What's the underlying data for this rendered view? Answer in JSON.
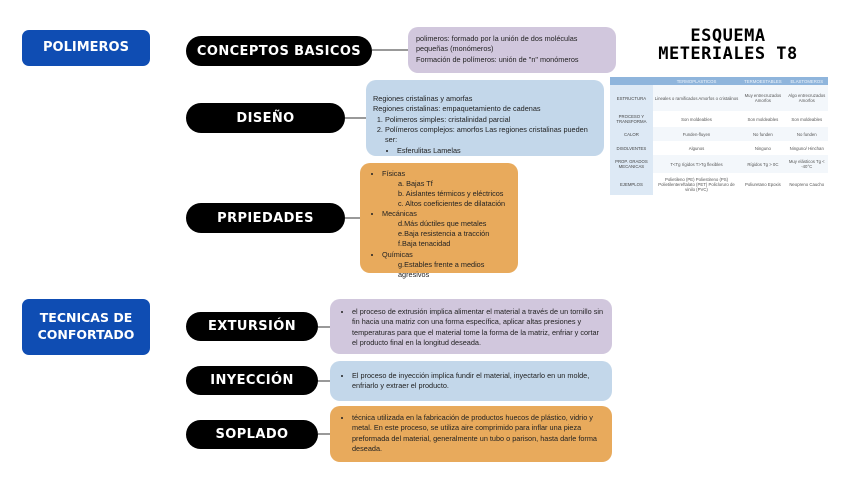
{
  "sections": {
    "polimeros": "POLIMEROS",
    "tecnicas_line1": "TECNICAS DE",
    "tecnicas_line2": "CONFORTADO"
  },
  "topics": {
    "conceptos": "CONCEPTOS BASICOS",
    "diseno": "DISEÑO",
    "propiedades": "PRPIEDADES",
    "extrusion": "EXTURSIÓN",
    "inyeccion": "INYECCIÓN",
    "soplado": "SOPLADO"
  },
  "notes": {
    "conceptos": {
      "l1": "polimeros: formado por la unión de dos moléculas pequeñas (monómeros)",
      "l2": "Formación de polímeros: unión de \"n\" monómeros"
    },
    "diseno": {
      "l1": "Regiones cristalinas y amorfas",
      "l2": "Regiones cristalinas: empaquetamiento de cadenas",
      "i1": "Polimeros simples: cristalinidad parcial",
      "i2": "Polímeros complejos: amorfos Las regiones cristalinas pueden ser:",
      "sub": "Esferulitas Lamelas"
    },
    "propiedades": {
      "fisicas": "Físicas",
      "f_a": "a. Bajas Tf",
      "f_b": "b. Aislantes térmicos y eléctricos",
      "f_c": "c. Altos coeficientes de dilatación",
      "mecanicas": "Mecánicas",
      "m_d": "d.Más dúctiles que metales",
      "m_e": "e.Baja resistencia a tracción",
      "m_f": "f.Baja tenacidad",
      "quimicas": "Químicas",
      "q_g": "g.Estables frente a medios agresivos"
    },
    "extrusion": "el proceso de extrusión implica alimentar el material a través de un tornillo sin fin hacia una matriz con una forma específica, aplicar altas presiones y temperaturas para que el material tome la forma de la matriz, enfriar y cortar el producto final en la longitud deseada.",
    "inyeccion": "El proceso de inyección implica fundir el material, inyectarlo en un molde, enfriarlo y extraer el producto.",
    "soplado": "técnica utilizada en la fabricación de productos huecos de plástico, vidrio y metal. En este proceso, se utiliza aire comprimido para inflar una pieza preformada del material, generalmente un tubo o parison, hasta darle forma deseada."
  },
  "esquema": {
    "title_l1": "ESQUEMA",
    "title_l2": "METERIALES T8",
    "headers": [
      "",
      "TERMOPLASTICOS",
      "TERMOESTABLES",
      "ELASTOMEROS"
    ],
    "rows": [
      [
        "ESTRUCTURA",
        "Lineales o ramificados Amorfos o cristalinos",
        "Muy entrecruzados Amorfos",
        "Algo entrecruzados Amorfos"
      ],
      [
        "PROCESO Y TRANSFORMA",
        "Son moldeables",
        "Son moldeables",
        "Son moldeables"
      ],
      [
        "CALOR",
        "Funden-fluyen",
        "No funden",
        "No funden"
      ],
      [
        "DISOLVENTES",
        "Algunos",
        "Ninguno",
        "Ninguno/ Hinchan"
      ],
      [
        "PROP. GRADOS MECANICAS",
        "T<Tg rígidos T>Tg flexibles",
        "Rígidos Tg > 0C",
        "Muy elásticos Tg < -40°C"
      ],
      [
        "EJEMPLOS",
        "Polietileno (PE) Poliestireno (PS) Polietilentereftalato (PET) Policloruro de vinilo (PVC)",
        "Poliuretano Epoxis",
        "Neopreno Caucho"
      ]
    ]
  },
  "colors": {
    "blue_button": "#0f4db3",
    "pill": "#000000",
    "lavender": "#d1c7dd",
    "light_blue": "#c3d7ea",
    "orange": "#e8aa5c"
  }
}
